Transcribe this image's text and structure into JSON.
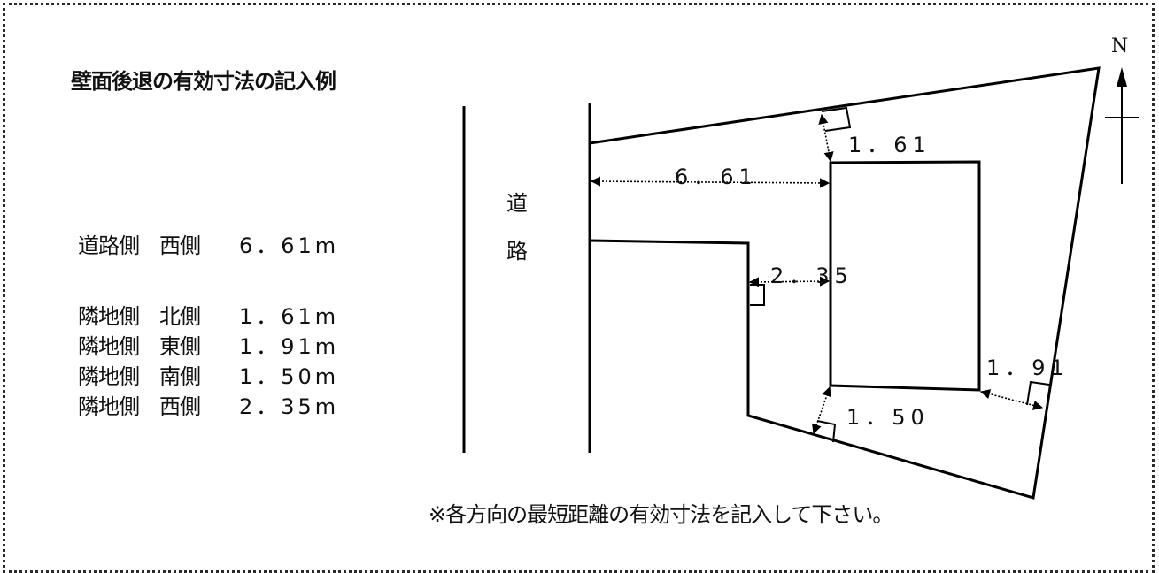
{
  "title": "壁面後退の有効寸法の記入例",
  "dimensions": [
    {
      "side": "道路側",
      "direction": "西側",
      "value": "6．61m"
    },
    {
      "side": "隣地側",
      "direction": "北側",
      "value": "1．61m"
    },
    {
      "side": "隣地側",
      "direction": "東側",
      "value": "1．91m"
    },
    {
      "side": "隣地側",
      "direction": "南側",
      "value": "1．50m"
    },
    {
      "side": "隣地側",
      "direction": "西側",
      "value": "2．35m"
    }
  ],
  "road_label": [
    "道",
    "路"
  ],
  "diagram_labels": {
    "north_dim": "1．61",
    "road_dim": "6．61",
    "west_dim": "2．35",
    "east_dim": "1．91",
    "south_dim": "1．50"
  },
  "north_arrow": "N",
  "note": "※各方向の最短距離の有効寸法を記入して下さい。"
}
